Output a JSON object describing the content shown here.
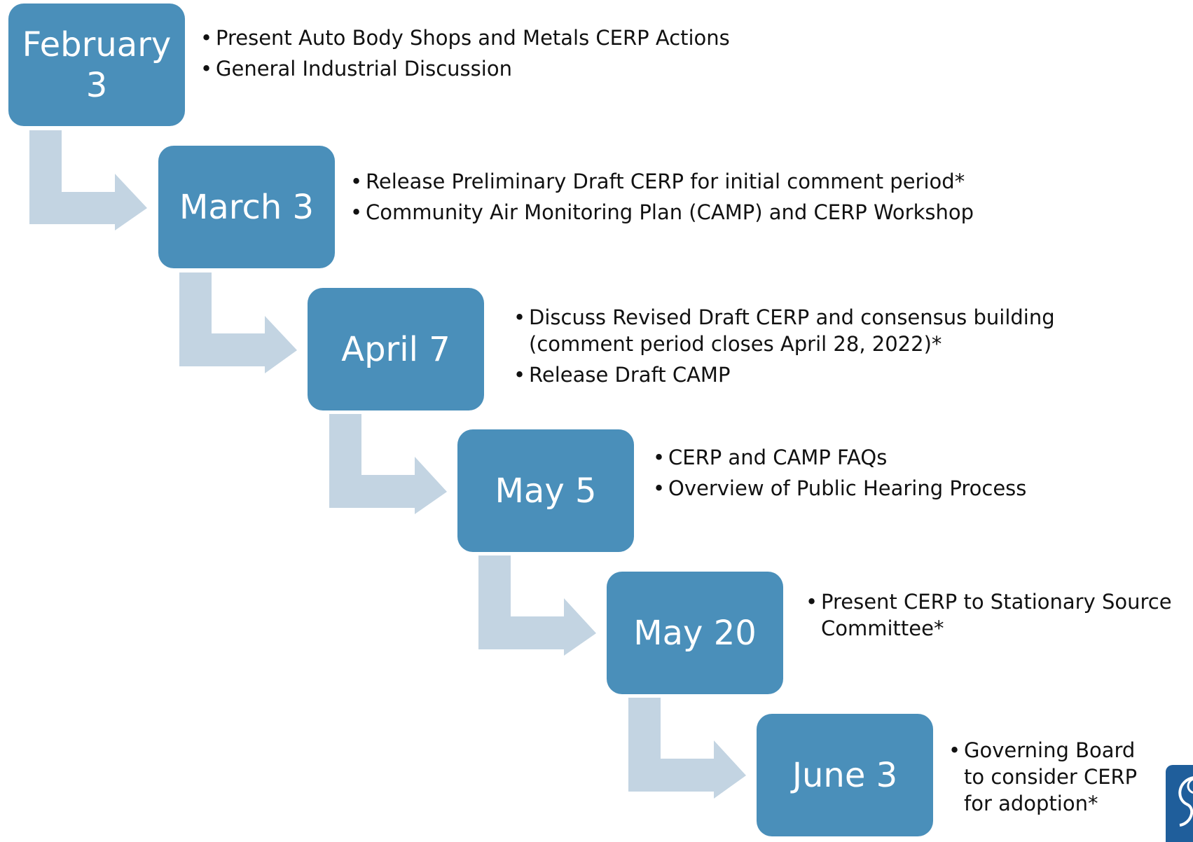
{
  "steps": [
    {
      "date": "February 3",
      "bullets": [
        "Present Auto Body Shops and Metals CERP Actions",
        "General Industrial Discussion"
      ]
    },
    {
      "date": "March 3",
      "bullets": [
        "Release Preliminary Draft CERP for initial comment period*",
        "Community Air Monitoring Plan (CAMP) and CERP Workshop"
      ]
    },
    {
      "date": "April 7",
      "bullets": [
        "Discuss Revised Draft CERP and consensus building (comment period closes April 28, 2022)*",
        "Release Draft CAMP"
      ]
    },
    {
      "date": "May 5",
      "bullets": [
        "CERP and CAMP FAQs",
        "Overview of Public Hearing Process"
      ]
    },
    {
      "date": "May 20",
      "bullets": [
        "Present CERP to Stationary Source Committee*"
      ]
    },
    {
      "date": "June 3",
      "bullets": [
        "Governing Board to consider CERP for adoption*"
      ]
    }
  ],
  "colors": {
    "box": "#4a8fba",
    "arrow": "#c3d4e2",
    "text": "#111111",
    "logo": "#1f5e9b"
  },
  "icons": {
    "connector": "bent-arrow-icon",
    "logo": "organization-logo-icon"
  }
}
